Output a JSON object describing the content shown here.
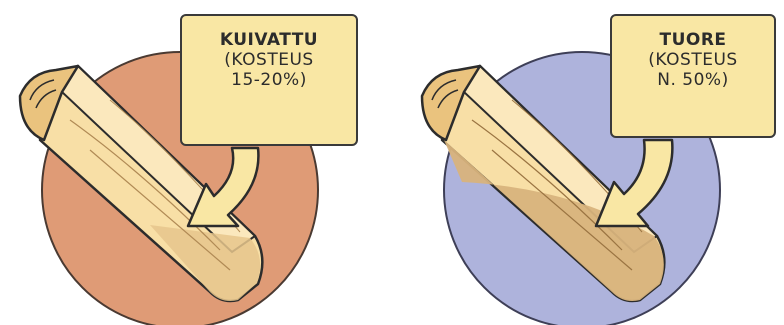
{
  "panels": [
    {
      "id": "dried",
      "title": "KUIVATTU",
      "detail_line_1": "(KOSTEUS",
      "detail_line_2": "15-20%)",
      "circle_color": "#df9b76"
    },
    {
      "id": "fresh",
      "title": "TUORE",
      "detail_line_1": "(KOSTEUS",
      "detail_line_2": "N. 50%)",
      "circle_color": "#aeb3dc"
    }
  ],
  "colors": {
    "callout_fill": "#f9e7a4",
    "wood_light": "#f8dfa6",
    "wood_mid": "#efcd8c",
    "wood_dark": "#d9b27a",
    "outline": "#2c2c2c"
  }
}
